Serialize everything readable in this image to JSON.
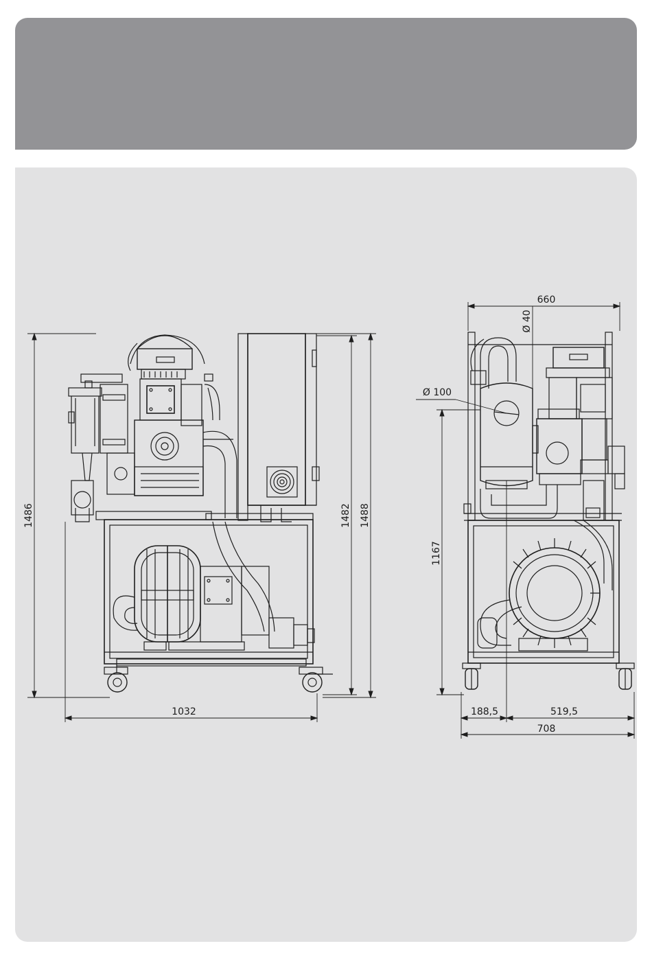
{
  "colors": {
    "header": "#939396",
    "panel": "#e2e2e3",
    "line": "#1e1e1e"
  },
  "dimensions": {
    "front_height_total": "1486",
    "front_height_cabinet": "1482",
    "front_height_frame": "1488",
    "front_width": "1032",
    "side_width_top": "660",
    "side_pipe_dia_small": "Ø 40",
    "side_pipe_dia_large": "Ø 100",
    "side_height_inlet": "1167",
    "side_width_left": "188,5",
    "side_width_right": "519,5",
    "side_width_total": "708"
  }
}
